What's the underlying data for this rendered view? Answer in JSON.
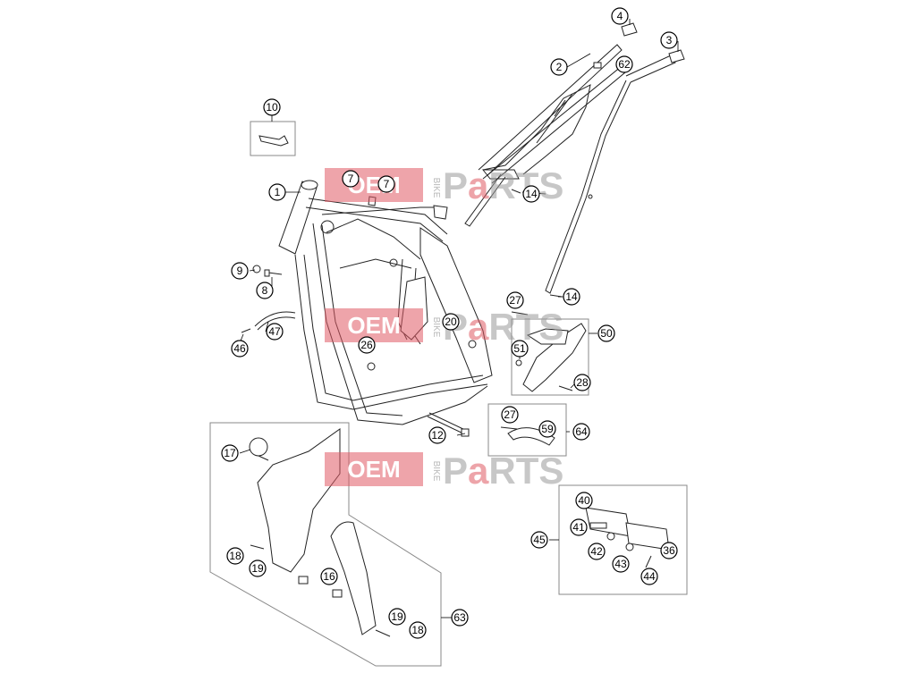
{
  "diagram": {
    "watermark": {
      "oem": "OEM",
      "bike": "BIKE",
      "parts_pre": "P",
      "parts_a": "a",
      "parts_post": "RTS"
    },
    "callouts": [
      {
        "id": "c1",
        "label": "1"
      },
      {
        "id": "c2",
        "label": "2"
      },
      {
        "id": "c3",
        "label": "3"
      },
      {
        "id": "c4",
        "label": "4"
      },
      {
        "id": "c62",
        "label": "62"
      },
      {
        "id": "c10",
        "label": "10"
      },
      {
        "id": "c7a",
        "label": "7"
      },
      {
        "id": "c7b",
        "label": "7"
      },
      {
        "id": "c14a",
        "label": "14"
      },
      {
        "id": "c14b",
        "label": "14"
      },
      {
        "id": "c9",
        "label": "9"
      },
      {
        "id": "c8",
        "label": "8"
      },
      {
        "id": "c47",
        "label": "47"
      },
      {
        "id": "c46",
        "label": "46"
      },
      {
        "id": "c20",
        "label": "20"
      },
      {
        "id": "c26",
        "label": "26"
      },
      {
        "id": "c27a",
        "label": "27"
      },
      {
        "id": "c50",
        "label": "50"
      },
      {
        "id": "c51",
        "label": "51"
      },
      {
        "id": "c28",
        "label": "28"
      },
      {
        "id": "c27b",
        "label": "27"
      },
      {
        "id": "c59",
        "label": "59"
      },
      {
        "id": "c64",
        "label": "64"
      },
      {
        "id": "c12",
        "label": "12"
      },
      {
        "id": "c17",
        "label": "17"
      },
      {
        "id": "c40",
        "label": "40"
      },
      {
        "id": "c41",
        "label": "41"
      },
      {
        "id": "c45",
        "label": "45"
      },
      {
        "id": "c42",
        "label": "42"
      },
      {
        "id": "c43",
        "label": "43"
      },
      {
        "id": "c36",
        "label": "36"
      },
      {
        "id": "c44",
        "label": "44"
      },
      {
        "id": "c18a",
        "label": "18"
      },
      {
        "id": "c19a",
        "label": "19"
      },
      {
        "id": "c16",
        "label": "16"
      },
      {
        "id": "c19b",
        "label": "19"
      },
      {
        "id": "c18b",
        "label": "18"
      },
      {
        "id": "c63",
        "label": "63"
      }
    ]
  }
}
